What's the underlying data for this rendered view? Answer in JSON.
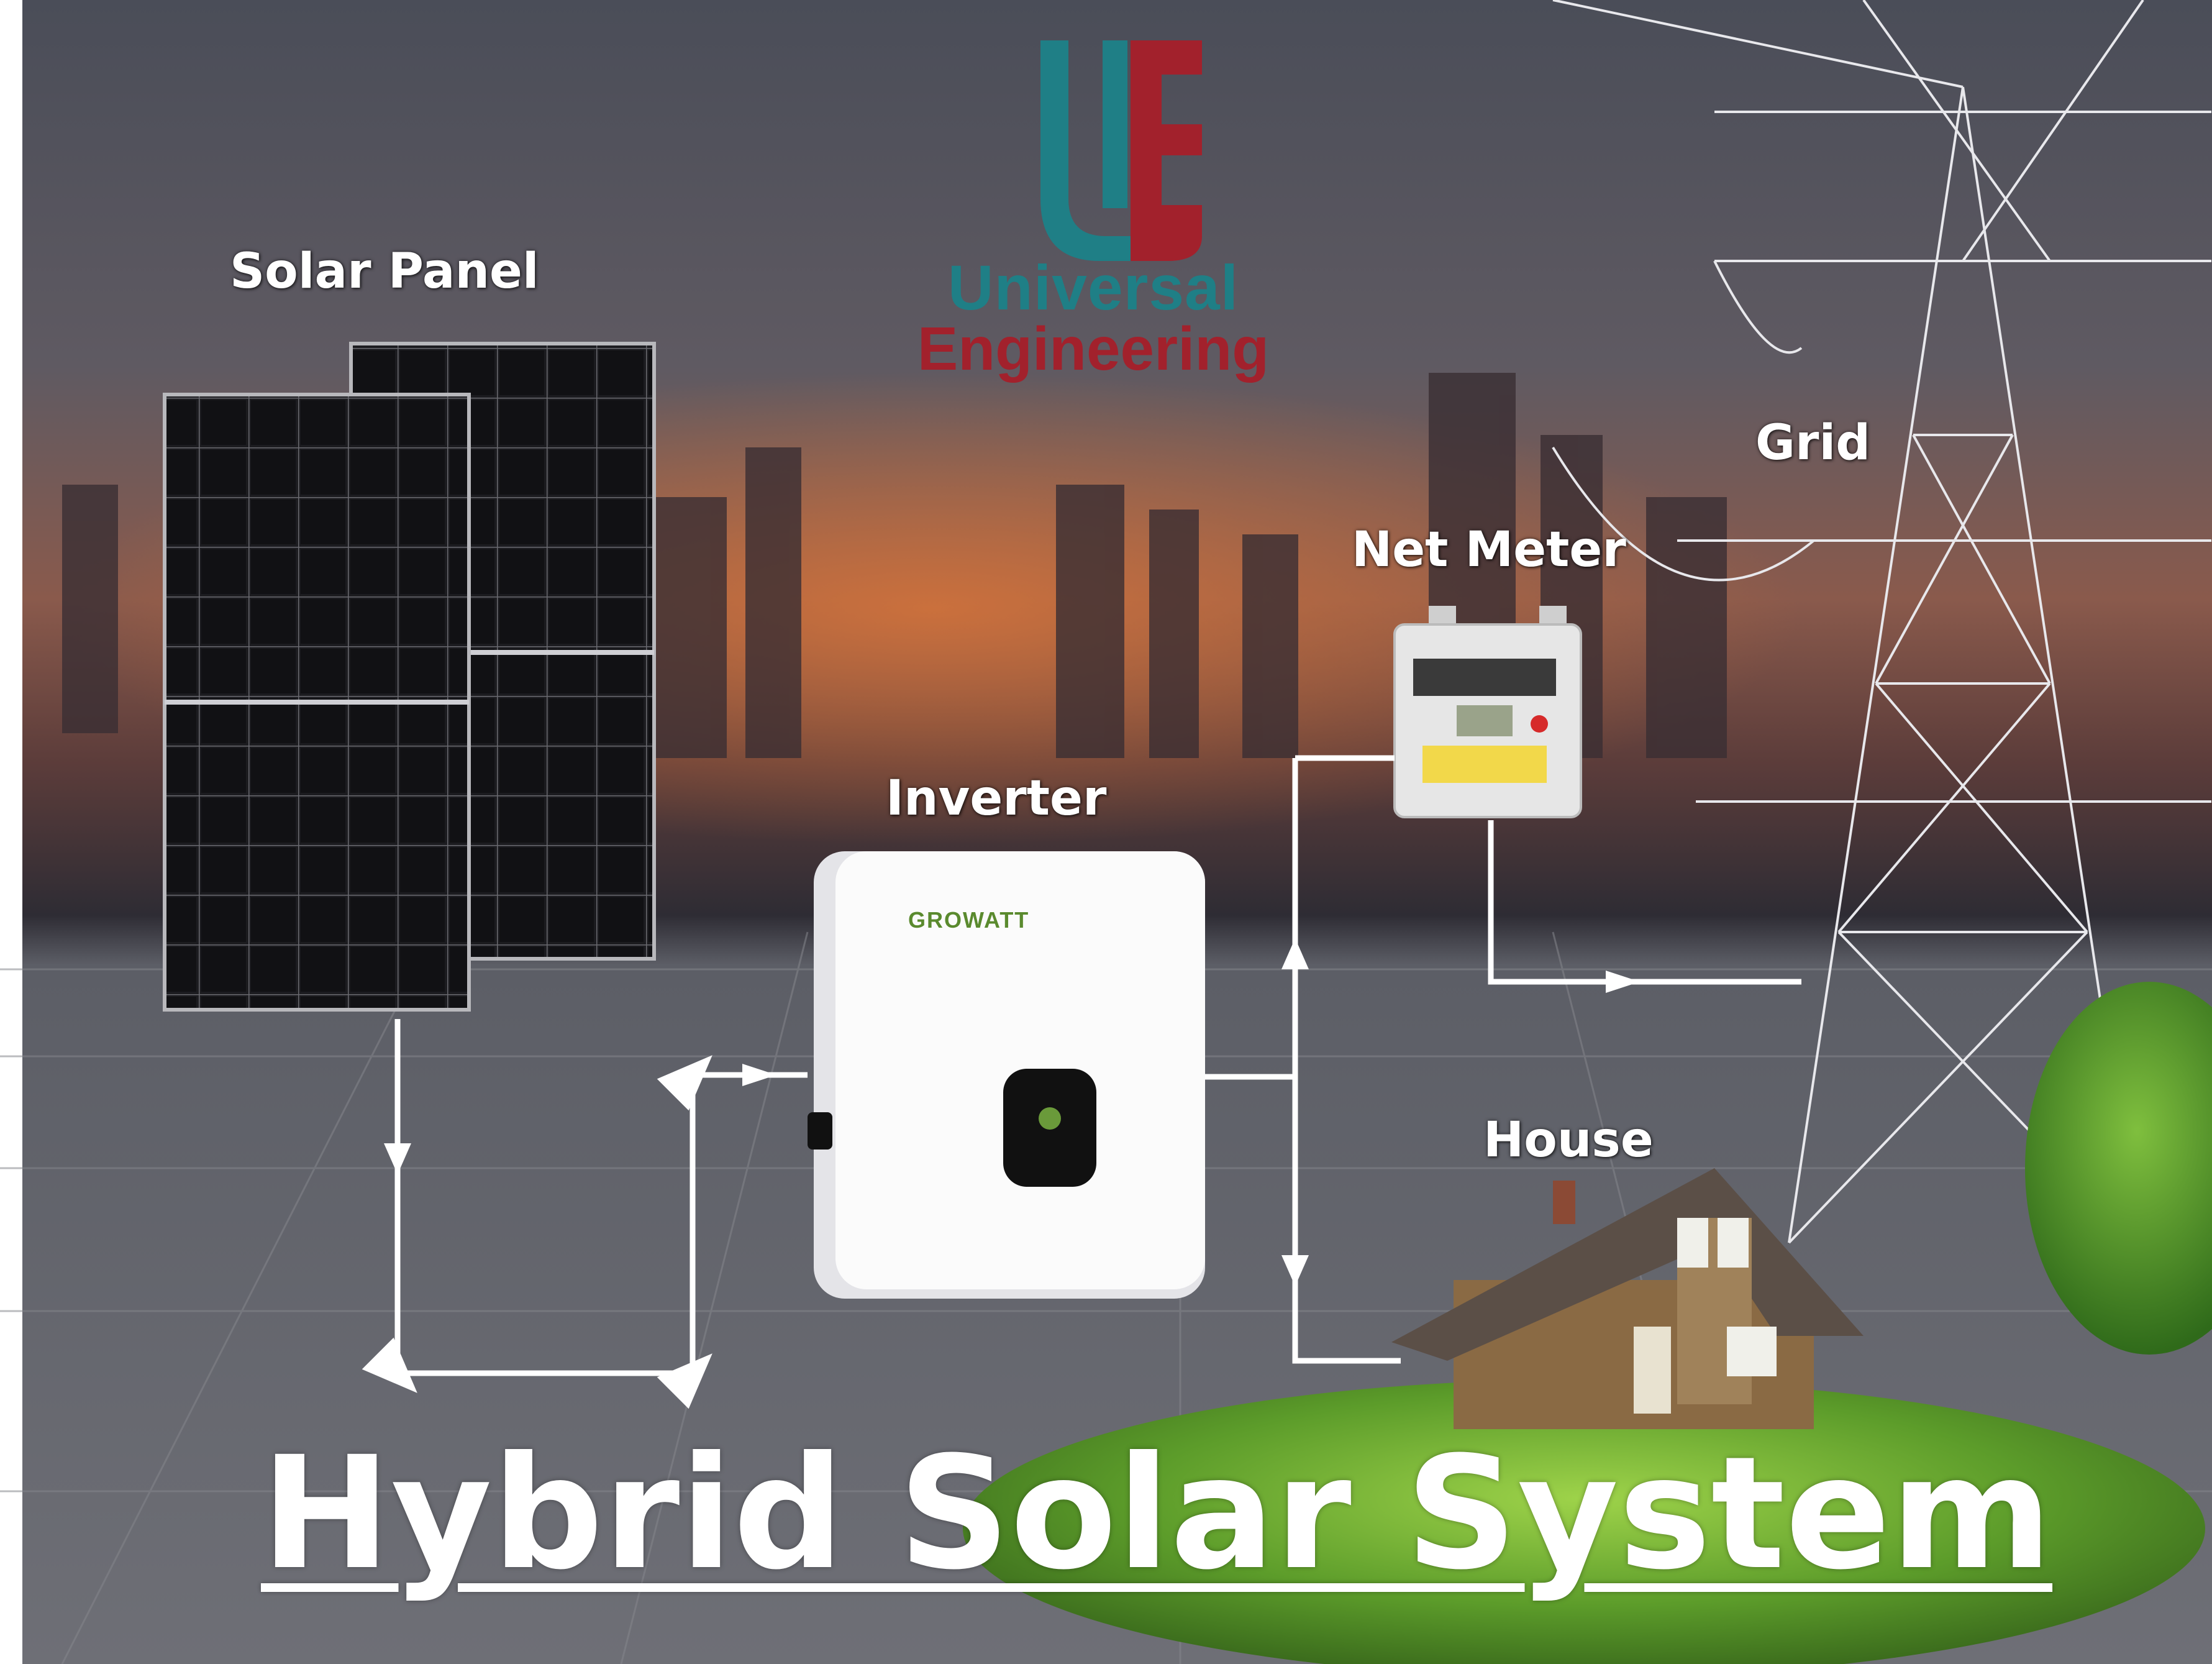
{
  "diagram": {
    "title": "Hybrid Solar System",
    "brand": {
      "line1": "Universal",
      "line2": "Engineering",
      "color_teal": "#1f7f86",
      "color_red": "#a2212c"
    },
    "components": {
      "solar_panel": "Solar Panel",
      "inverter": "Inverter",
      "net_meter": "Net Meter",
      "grid": "Grid",
      "house": "House"
    },
    "inverter_brand": "GROWATT",
    "flow": [
      {
        "from": "Solar Panel",
        "to": "Inverter"
      },
      {
        "from": "Inverter",
        "to": "Net Meter"
      },
      {
        "from": "Inverter",
        "to": "House"
      },
      {
        "from": "Net Meter",
        "to": "Grid"
      }
    ]
  }
}
